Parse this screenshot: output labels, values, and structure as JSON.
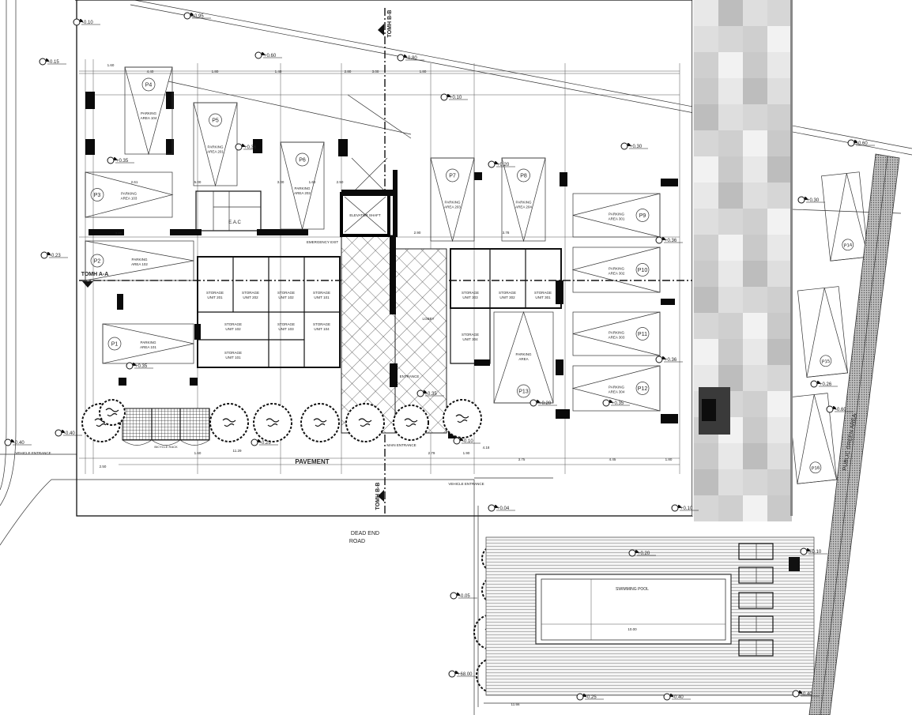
{
  "drawing": {
    "sections": {
      "aa": "TOMH A-A",
      "bb_top": "TOMH B-B",
      "bb_bottom": "TOMH B-B"
    },
    "streets": {
      "pavement": "PAVEMENT",
      "road_line1": "DEAD END",
      "road_line2": "ROAD",
      "public_green": "PUBLIC GREEN AREA"
    },
    "rooms": {
      "main_entrance": "MAIN ENTRANCE",
      "vehicle_entrance_right": "VEHICLE ENTRANCE",
      "vehicle_entrance_left": "VEHICLE ENTRANCE",
      "lobby": "LOBBY",
      "entrance": "ENTRANCE",
      "emergency_exit": "EMERGENCY EXIT",
      "elevator_shaft": "ELEVATOR SHAFT",
      "eac": "E.A.C",
      "swimming_pool": "SWIMMING POOL",
      "bicycle_rack": "BICYCLE RACK"
    },
    "parking": [
      {
        "tag": "P1",
        "label": "PARKING AREA 101"
      },
      {
        "tag": "P2",
        "label": "PARKING AREA 102"
      },
      {
        "tag": "P3",
        "label": "PARKING AREA 103"
      },
      {
        "tag": "P4",
        "label": "PARKING AREA 104"
      },
      {
        "tag": "P5",
        "label": "PARKING AREA 201"
      },
      {
        "tag": "P6",
        "label": "PARKING AREA 202"
      },
      {
        "tag": "P7",
        "label": "PARKING AREA 203"
      },
      {
        "tag": "P8",
        "label": "PARKING AREA 204"
      },
      {
        "tag": "P9",
        "label": "PARKING AREA 301"
      },
      {
        "tag": "P10",
        "label": "PARKING AREA 302"
      },
      {
        "tag": "P11",
        "label": "PARKING AREA 303"
      },
      {
        "tag": "P12",
        "label": "PARKING AREA 304"
      },
      {
        "tag": "P13",
        "label": "PARKING AREA"
      },
      {
        "tag": "P14",
        "label": ""
      },
      {
        "tag": "P15",
        "label": ""
      },
      {
        "tag": "P16",
        "label": ""
      }
    ],
    "storage": [
      {
        "line1": "STORAGE",
        "line2": "UNIT 201"
      },
      {
        "line1": "STORAGE",
        "line2": "UNIT 202"
      },
      {
        "line1": "STORAGE",
        "line2": "UNIT 102"
      },
      {
        "line1": "STORAGE",
        "line2": "UNIT 101"
      },
      {
        "line1": "STORAGE",
        "line2": "UNIT 102"
      },
      {
        "line1": "STORAGE",
        "line2": "UNIT 103"
      },
      {
        "line1": "STORAGE",
        "line2": "UNIT 104"
      },
      {
        "line1": "STORAGE",
        "line2": "UNIT 101"
      },
      {
        "line1": "STORAGE",
        "line2": "UNIT 303"
      },
      {
        "line1": "STORAGE",
        "line2": "UNIT 302"
      },
      {
        "line1": "STORAGE",
        "line2": "UNIT 301"
      },
      {
        "line1": "STORAGE",
        "line2": "UNIT 304"
      }
    ],
    "levels": [
      "-0.10",
      "-0.95",
      "+0.60",
      "-0.80",
      "+0.10",
      "-0.15",
      "+0.35",
      "+0.36",
      "+0.30",
      "+0.20",
      "-0.60",
      "+0.30",
      "-0.23",
      "+0.36",
      "+0.35",
      "+0.36",
      "+0.20",
      "+0.35",
      "-0.25",
      "-0.35",
      "-0.10",
      "+0.26",
      "-0.60",
      "+0.04",
      "+0.10",
      "+0.20",
      "-0.05",
      "+68.00",
      "-0.25",
      "-0.40",
      "-0.40",
      "+0.10",
      "-0.40",
      "-0.40"
    ],
    "dimensions": [
      "1.60",
      "4.40",
      "1.80",
      "1.40",
      "2.80",
      "3.00",
      "1.80",
      "2.61",
      "5.00",
      "3.00",
      "2.50",
      "1.60",
      "2.90",
      "3.78",
      "11.29",
      "1.60",
      "2.79",
      "1.90",
      "3.75",
      "4.45",
      "1.80",
      "4.18",
      "10.00",
      "11.66",
      "2.50",
      "3.00"
    ],
    "colors": {
      "green_area": "#9a9a9a",
      "wall": "#0a0a0a",
      "blur": "#c8c8c8"
    }
  }
}
